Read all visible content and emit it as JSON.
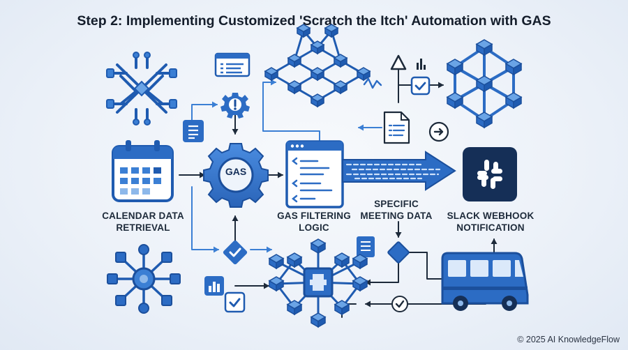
{
  "title": "Step 2: Implementing Customized 'Scratch the Itch' Automation with GAS",
  "labels": {
    "calendar": [
      "CALENDAR DATA",
      "RETRIEVAL"
    ],
    "filtering": [
      "GAS FILTERING",
      "LOGIC"
    ],
    "meeting": [
      "SPECIFIC",
      "MEETING DATA"
    ],
    "slack": [
      "SLACK WEBHOOK",
      "NOTIFICATION"
    ]
  },
  "gas_badge": "GAS",
  "copyright": "© 2025 AI KnowledgeFlow",
  "colors": {
    "primary": "#2c6cc4",
    "dark": "#1b4f9c",
    "light": "#6aa4e6",
    "navy": "#152f57",
    "bg": "#eef3f9"
  },
  "icons": [
    "circuit-icon",
    "calendar-icon",
    "network-hub-icon",
    "window-icon",
    "alert-gear-icon",
    "document-icon",
    "gas-gear-icon",
    "checkmark-icon",
    "bar-chart-icon",
    "hex-network-icon",
    "code-window-icon",
    "data-stream-arrow",
    "up-arrow-icon",
    "wave-icon",
    "page-icon",
    "circle-arrow-icon",
    "cube-network-icon",
    "slack-logo-icon",
    "decision-diamond-icon",
    "bus-icon"
  ]
}
